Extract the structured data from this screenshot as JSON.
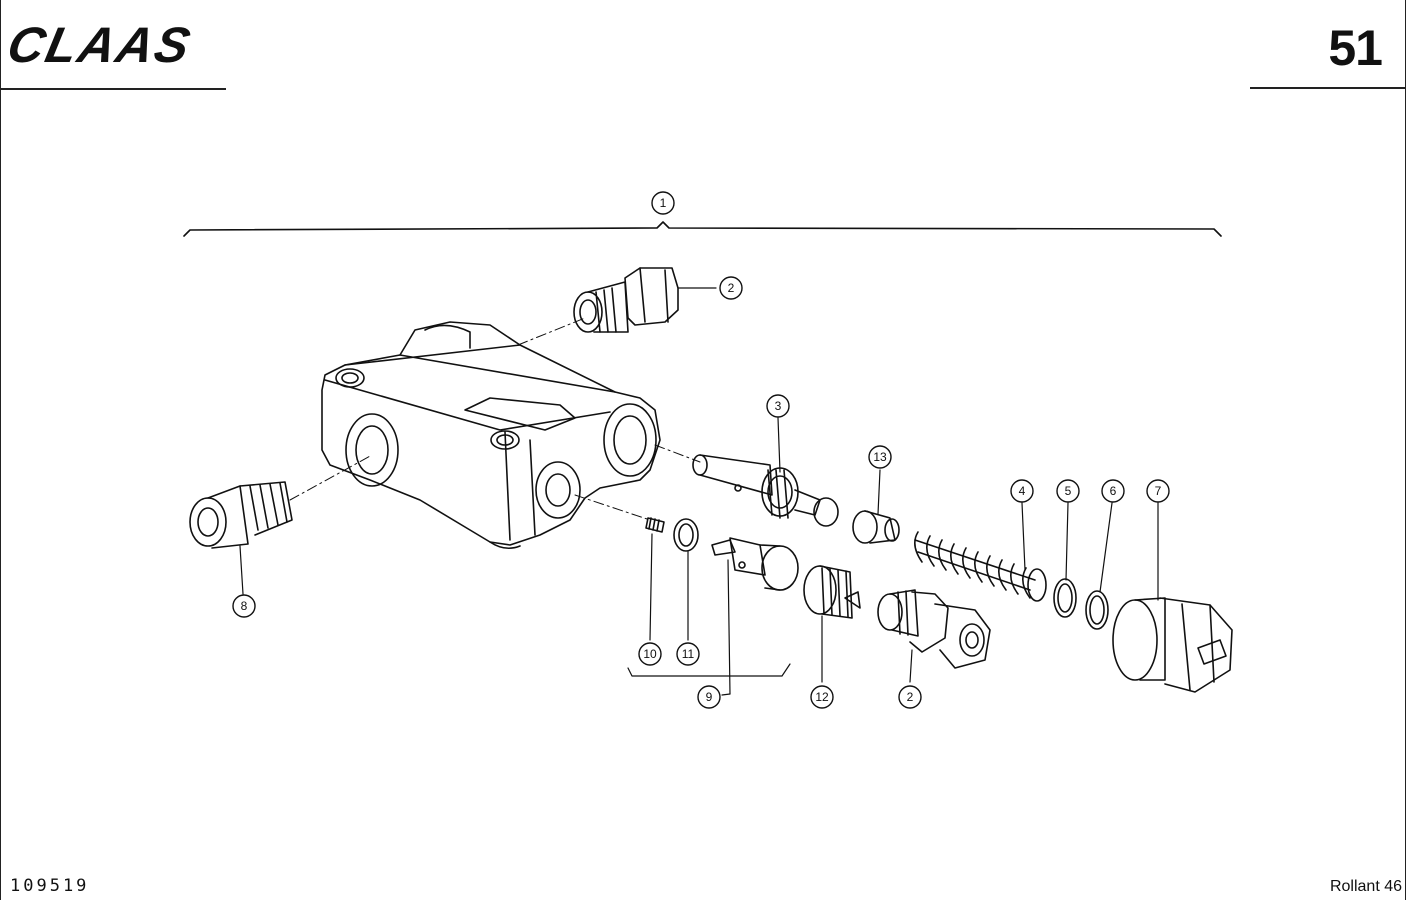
{
  "header": {
    "brand_logo": "CLAAS",
    "page_number": "51"
  },
  "footer": {
    "drawing_number": "109519",
    "model": "Rollant 46"
  },
  "callouts": [
    "1",
    "2",
    "2",
    "3",
    "4",
    "5",
    "6",
    "7",
    "8",
    "9",
    "10",
    "11",
    "12",
    "13"
  ],
  "colors": {
    "ink": "#111111",
    "paper": "#ffffff"
  }
}
